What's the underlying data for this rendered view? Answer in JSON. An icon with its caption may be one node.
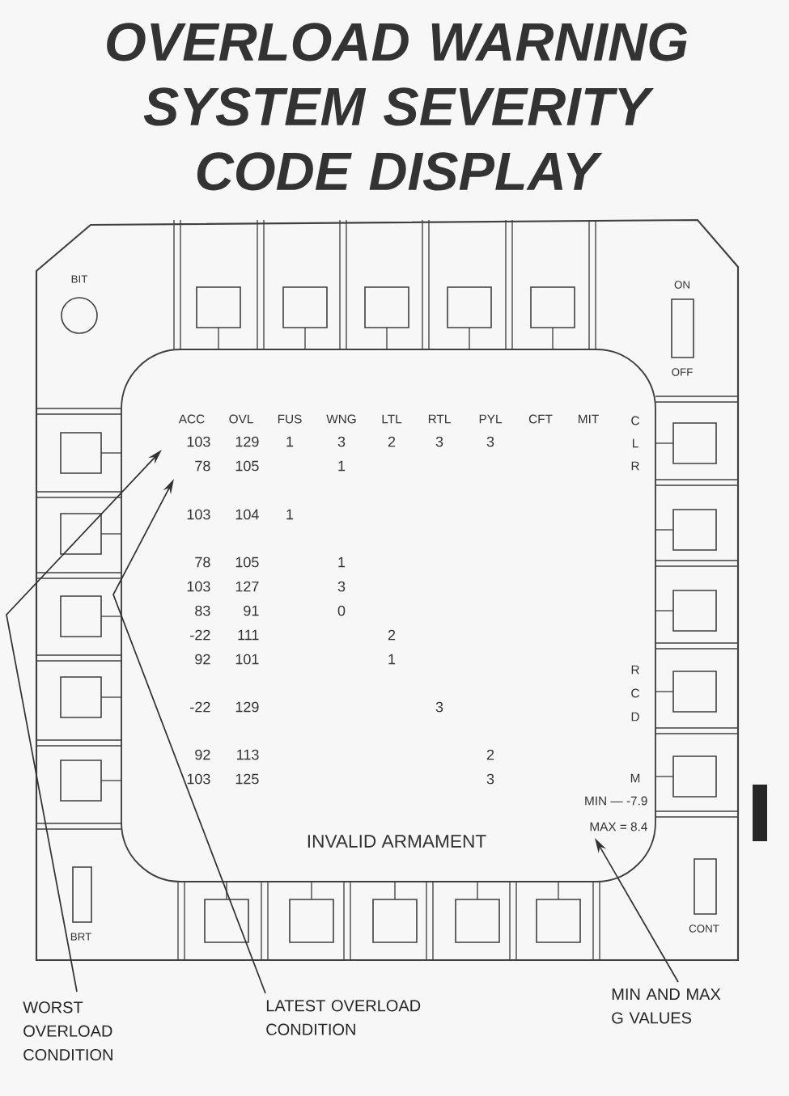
{
  "diagram": {
    "title": "OVERLOAD WARNING SYSTEM SEVERITY CODE DISPLAY",
    "nodes": [
      {
        "text": [
          "MAX = 8.4"
        ]
      },
      {
        "text": [
          "WORST OVERLOAD CONDITION"
        ]
      },
      {
        "text": [
          "LATEST OVERLOAD CONDITION"
        ]
      },
      {
        "text": [
          "MIN AND MAX G VALUES"
        ]
      }
    ],
    "edges": [
      {
        "from": 1,
        "to": null,
        "arrow": "to"
      },
      {
        "from": 2,
        "to": null,
        "arrow": "to"
      },
      {
        "from": 3,
        "to": 0,
        "arrow": "to"
      }
    ],
    "labels": [
      "BIT",
      "ON",
      "OFF",
      "ACC",
      "OVL",
      "FUS",
      "WNG",
      "LTL",
      "RTL",
      "PYL",
      "CFT",
      "MIT",
      "C",
      "103",
      "129",
      "1",
      "3",
      "2",
      "3",
      "3",
      "L",
      "78",
      "105",
      "1",
      "R",
      "103",
      "104",
      "1",
      "78",
      "105",
      "1",
      "103",
      "127",
      "3",
      "83",
      "91",
      "0",
      "-22",
      "111",
      "2",
      "92",
      "101",
      "1",
      "R",
      "C",
      "-22",
      "129",
      "3",
      "D",
      "92",
      "113",
      "2",
      "103",
      "125",
      "3",
      "M",
      "MIN — -7.9",
      "INVALID ARMAMENT",
      "BRT",
      "CONT"
    ]
  }
}
